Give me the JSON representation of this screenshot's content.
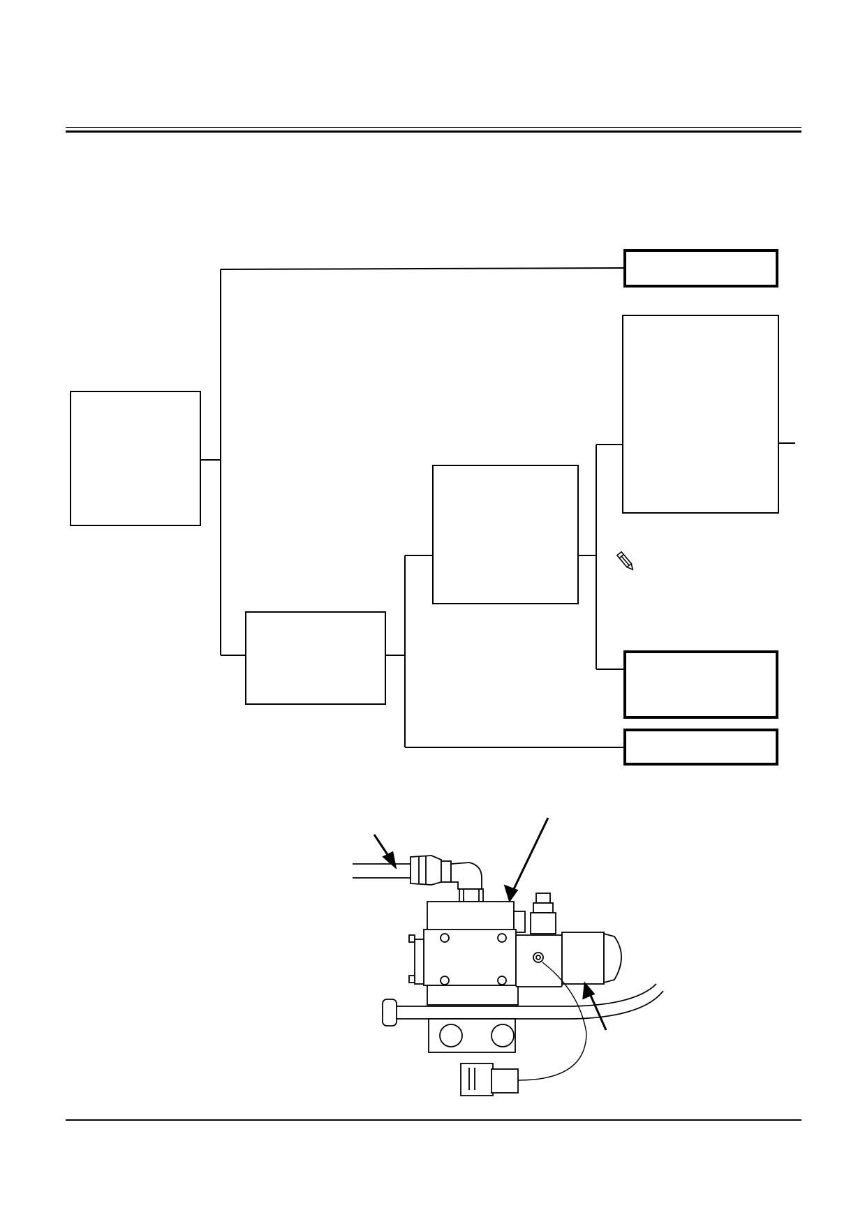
{
  "document": {
    "header_rules": 2,
    "footer_rules": 1
  },
  "flowchart": {
    "boxes": [
      {
        "id": "root",
        "text": ""
      },
      {
        "id": "top-right",
        "text": ""
      },
      {
        "id": "right-large",
        "text": ""
      },
      {
        "id": "middle",
        "text": ""
      },
      {
        "id": "lower-left",
        "text": ""
      },
      {
        "id": "lower-right-a",
        "text": ""
      },
      {
        "id": "lower-right-b",
        "text": ""
      }
    ],
    "note_icon": "pencil-note-icon"
  },
  "illustration": {
    "subject": "valve-assembly-drawing"
  },
  "colors": {
    "ink": "#000000",
    "paper": "#ffffff"
  }
}
